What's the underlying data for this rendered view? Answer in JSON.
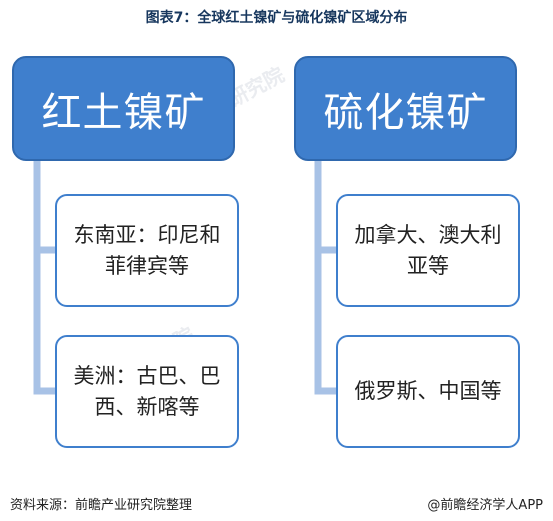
{
  "title": "图表7：全球红土镍矿与硫化镍矿区域分布",
  "trees": [
    {
      "root": "红土镍矿",
      "children": [
        "东南亚：印尼和菲律宾等",
        "美洲：古巴、巴西、新喀等"
      ]
    },
    {
      "root": "硫化镍矿",
      "children": [
        "加拿大、澳大利亚等",
        "俄罗斯、中国等"
      ]
    }
  ],
  "watermark": "前瞻产业研究院",
  "footer": {
    "source": "资料来源：前瞻产业研究院整理",
    "brand": "@前瞻经济学人APP"
  },
  "colors": {
    "root_fill": "#3f7fcd",
    "child_border": "#3f7fcd",
    "connector": "#a8c2e6"
  }
}
